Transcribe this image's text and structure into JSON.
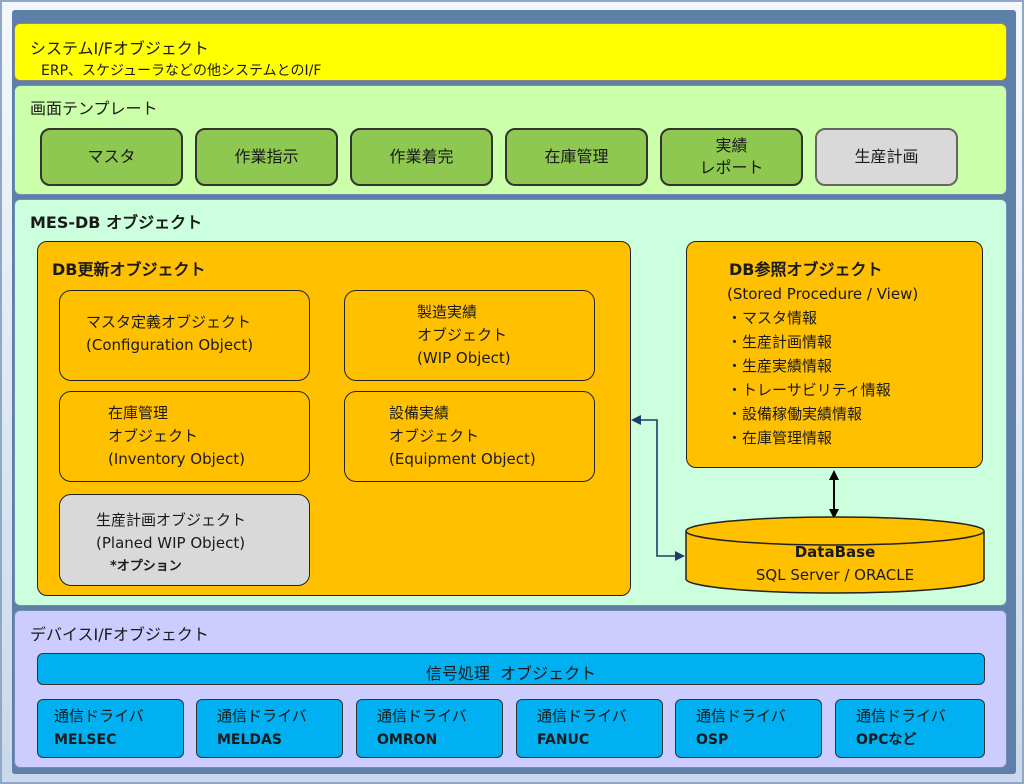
{
  "system_if": {
    "title": "システムI/Fオブジェクト",
    "subtitle": "ERP、スケジューラなどの他システムとのI/F"
  },
  "screen_templates": {
    "title": "画面テンプレート",
    "buttons": [
      "マスタ",
      "作業指示",
      "作業着完",
      "在庫管理",
      "実績\nレポート",
      "生産計画"
    ]
  },
  "mes_db": {
    "title": "MES-DB オブジェクト",
    "update_group": {
      "title": "DB更新オブジェクト",
      "objects": {
        "master": {
          "line1": "マスタ定義オブジェクト",
          "line2": "(Configuration Object)"
        },
        "wip": {
          "line1": "製造実績",
          "line2": "オブジェクト",
          "line3": "(WIP Object)"
        },
        "inventory": {
          "line1": "在庫管理",
          "line2": "オブジェクト",
          "line3": "(Inventory Object)"
        },
        "equipment": {
          "line1": "設備実績",
          "line2": "オブジェクト",
          "line3": "(Equipment Object)"
        },
        "plan": {
          "line1": "生産計画オブジェクト",
          "line2": "(Planed WIP Object)",
          "option": "*オプション"
        }
      }
    },
    "reference_group": {
      "title": "DB参照オブジェクト",
      "subtitle": "(Stored Procedure / View)",
      "items": [
        "・マスタ情報",
        "・生産計画情報",
        "・生産実績情報",
        "・トレーサビリティ情報",
        "・設備稼働実績情報",
        "・在庫管理情報"
      ]
    },
    "database": {
      "name": "DataBase",
      "engines": "SQL Server / ORACLE"
    }
  },
  "device_if": {
    "title": "デバイスI/Fオブジェクト",
    "signal_label": "信号処理  オブジェクト",
    "driver_label": "通信ドライバ",
    "drivers": [
      "MELSEC",
      "MELDAS",
      "OMRON",
      "FANUC",
      "OSP",
      "OPCなど"
    ]
  },
  "colors": {
    "system_if": "#ffff00",
    "screen": "#ccffaa",
    "button_green": "#8ec850",
    "mes": "#ccffdd",
    "object_orange": "#ffc000",
    "device": "#ccccff",
    "signal_blue": "#00b0f0",
    "optional_gray": "#d9d9d9"
  }
}
